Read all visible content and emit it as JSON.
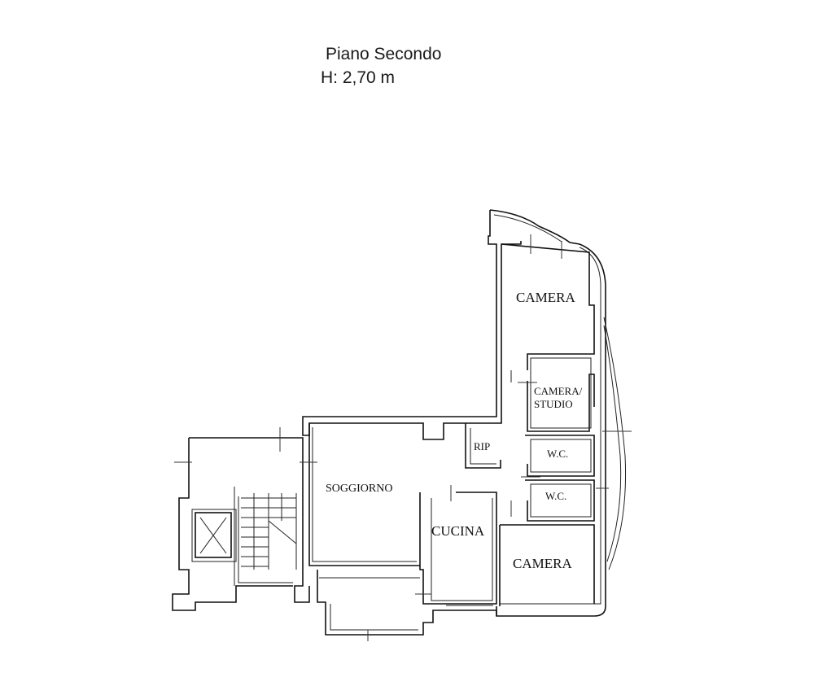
{
  "header": {
    "floor": "Piano Secondo",
    "height": "H: 2,70 m"
  },
  "rooms": {
    "camera_top": "CAMERA",
    "camera_studio_line1": "CAMERA/",
    "camera_studio_line2": "STUDIO",
    "rip": "RIP",
    "wc_top": "W.C.",
    "wc_bottom": "W.C.",
    "soggiorno": "SOGGIORNO",
    "cucina": "CUCINA",
    "camera_bottom": "CAMERA"
  },
  "colors": {
    "line": "#111111",
    "background": "#ffffff"
  }
}
